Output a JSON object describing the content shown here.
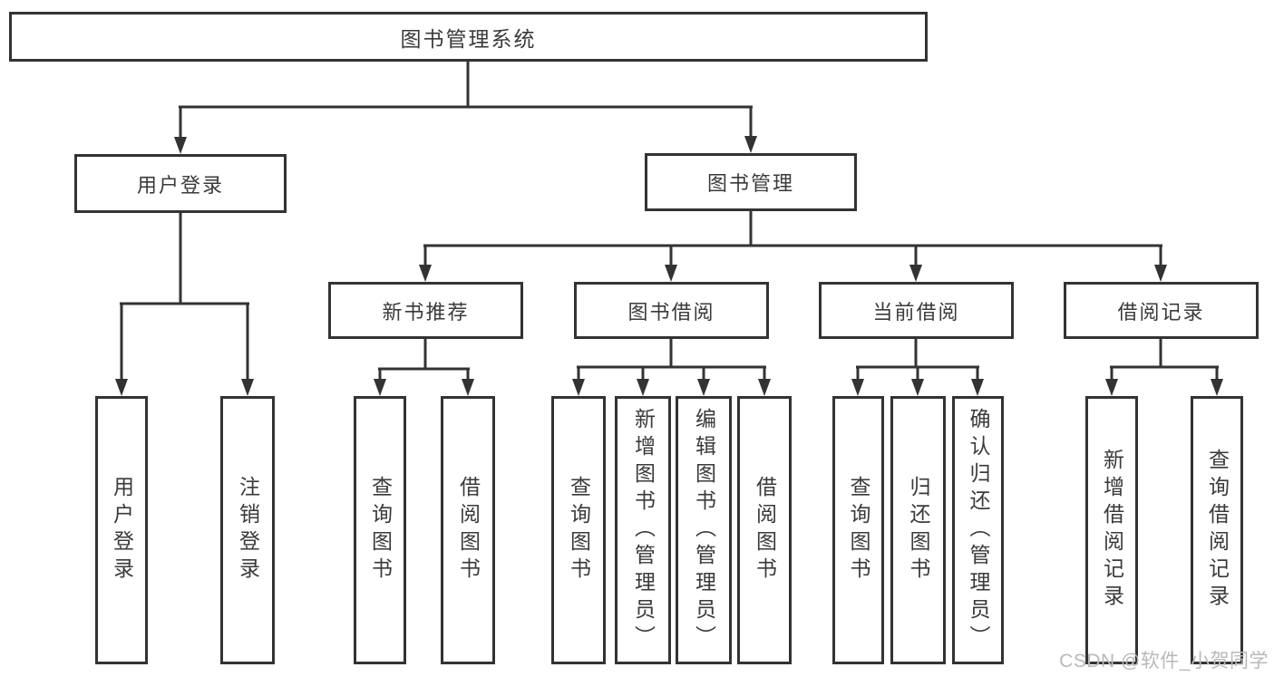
{
  "diagram": {
    "root": "图书管理系统",
    "branches": [
      {
        "label": "用户登录",
        "children": [
          {
            "label": "用户登录"
          },
          {
            "label": "注销登录"
          }
        ]
      },
      {
        "label": "图书管理",
        "children": [
          {
            "label": "新书推荐",
            "children": [
              {
                "label": "查询图书"
              },
              {
                "label": "借阅图书"
              }
            ]
          },
          {
            "label": "图书借阅",
            "children": [
              {
                "label": "查询图书"
              },
              {
                "label": "新增图书（管理员）"
              },
              {
                "label": "编辑图书（管理员）"
              },
              {
                "label": "借阅图书"
              }
            ]
          },
          {
            "label": "当前借阅",
            "children": [
              {
                "label": "查询图书"
              },
              {
                "label": "归还图书"
              },
              {
                "label": "确认归还（管理员）"
              }
            ]
          },
          {
            "label": "借阅记录",
            "children": [
              {
                "label": "新增借阅记录"
              },
              {
                "label": "查询借阅记录"
              }
            ]
          }
        ]
      }
    ],
    "watermark": "CSDN @软件_小贺同学"
  },
  "colors": {
    "line": "#333333",
    "node_border": "#333333",
    "text": "#3a3a3a",
    "watermark": "#b9b9b9",
    "background": "#ffffff"
  }
}
